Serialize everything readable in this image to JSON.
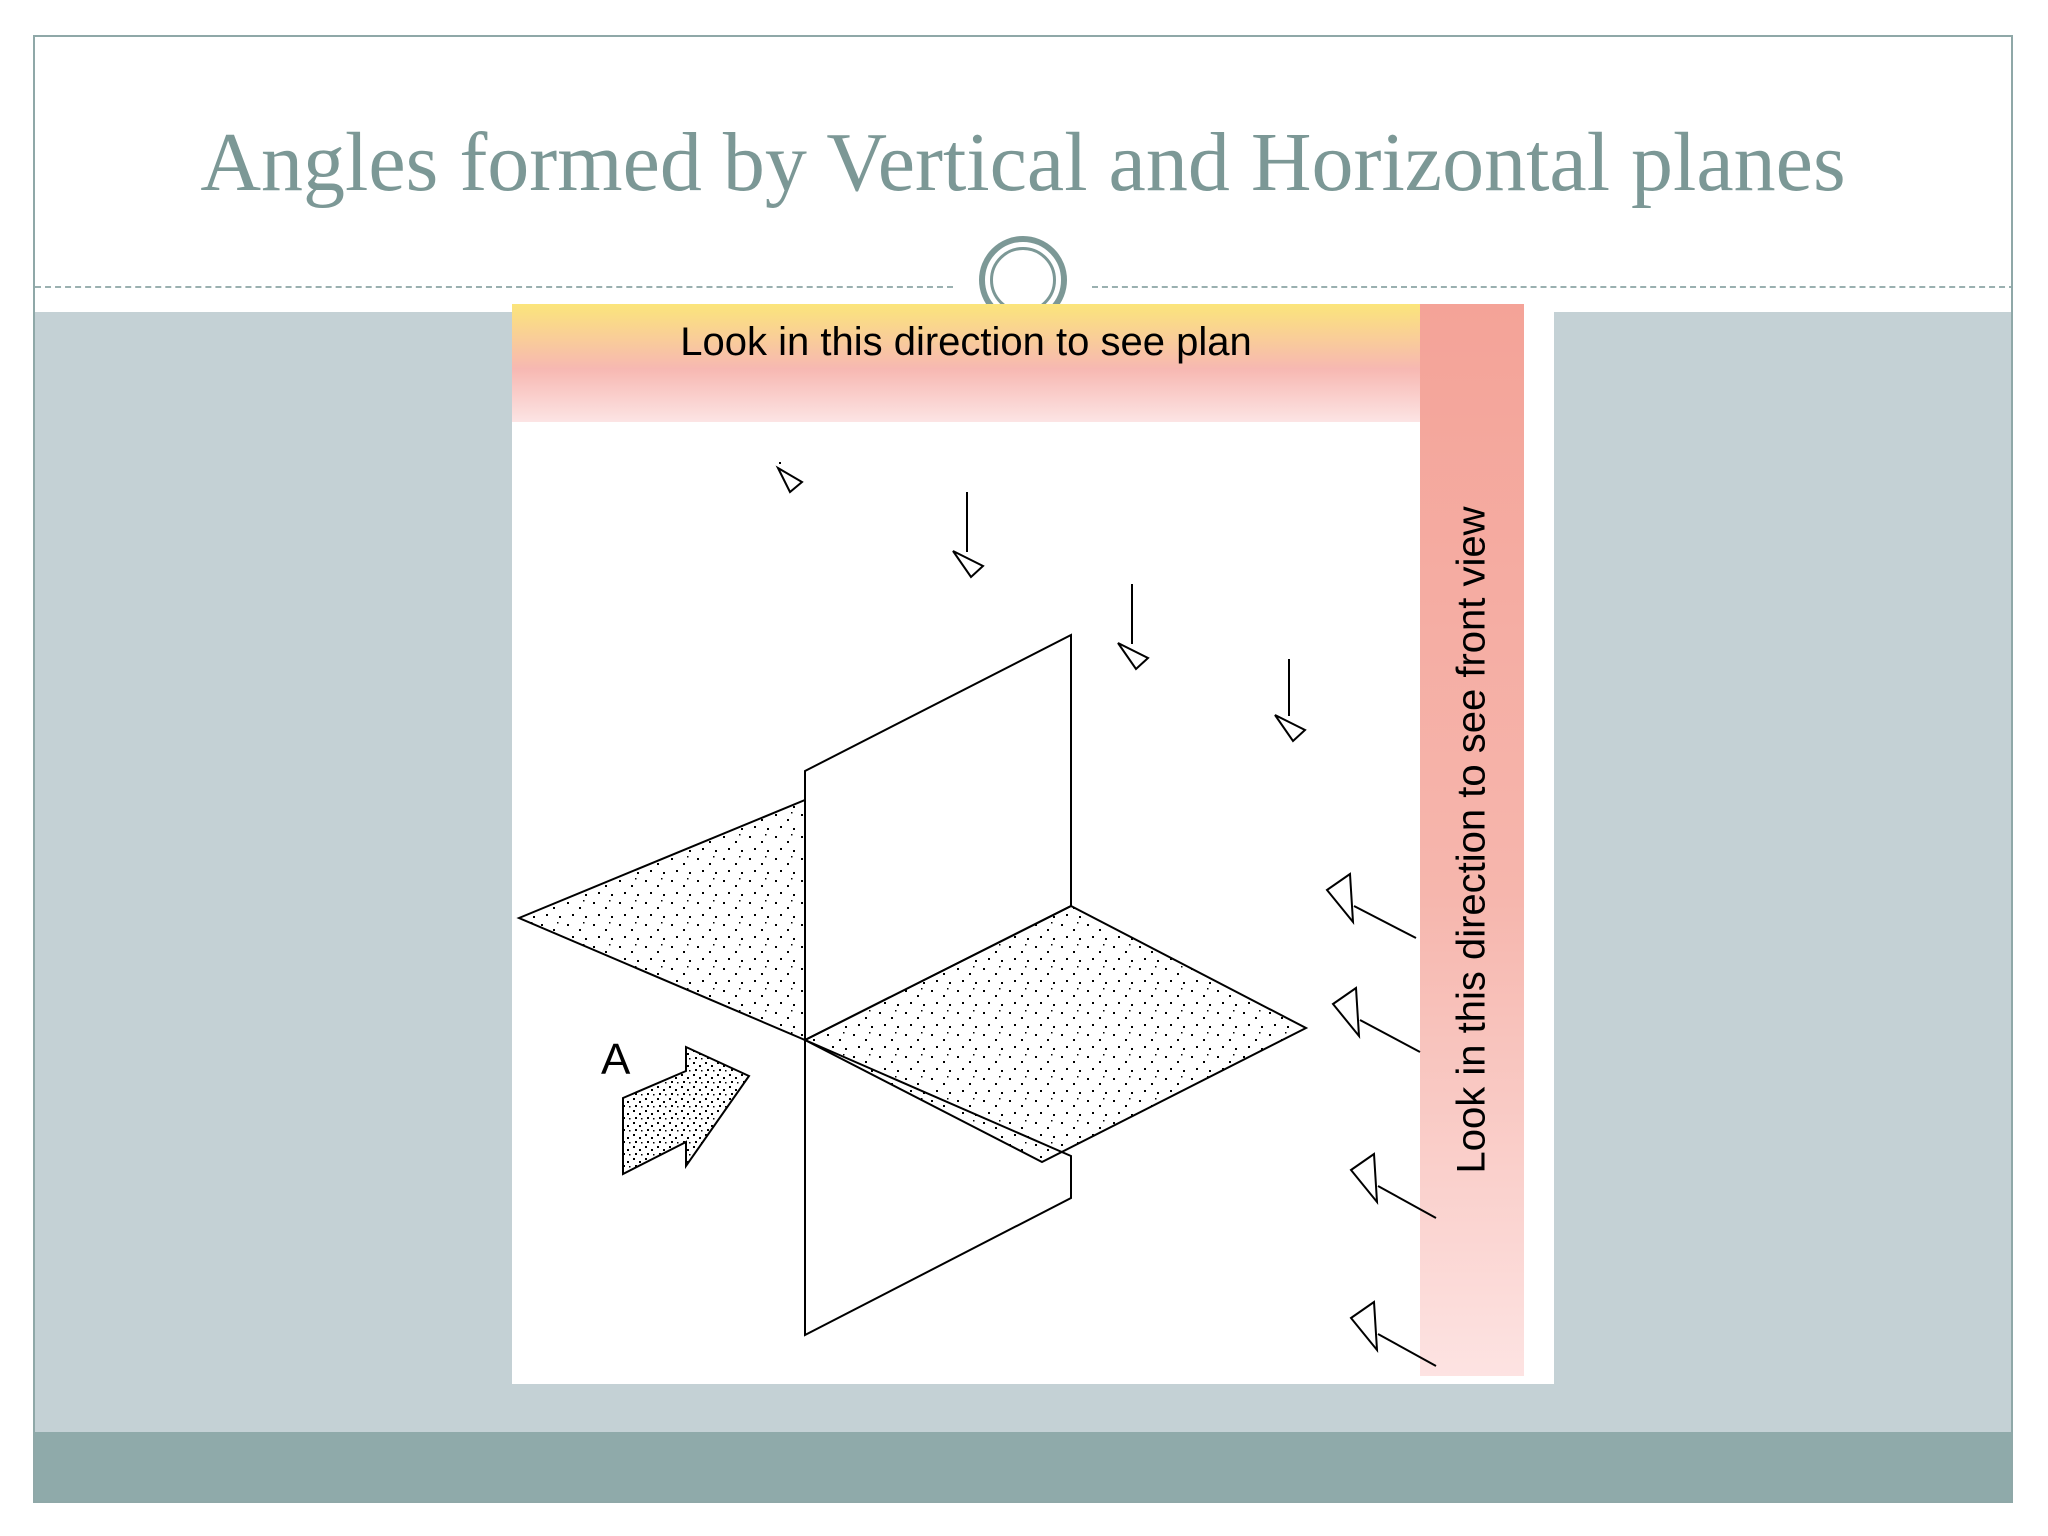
{
  "slide": {
    "title": "Angles formed by Vertical and Horizontal planes"
  },
  "diagram": {
    "top_label": "Look in this direction to see plan",
    "side_label": "Look in this direction to see front view",
    "marker_label": "A"
  },
  "colors": {
    "title": "#7c9896",
    "band": "#c4d1d5",
    "footer": "#8faaaa",
    "banner_top": "#fbe57b",
    "banner_pink": "#f4a398"
  }
}
